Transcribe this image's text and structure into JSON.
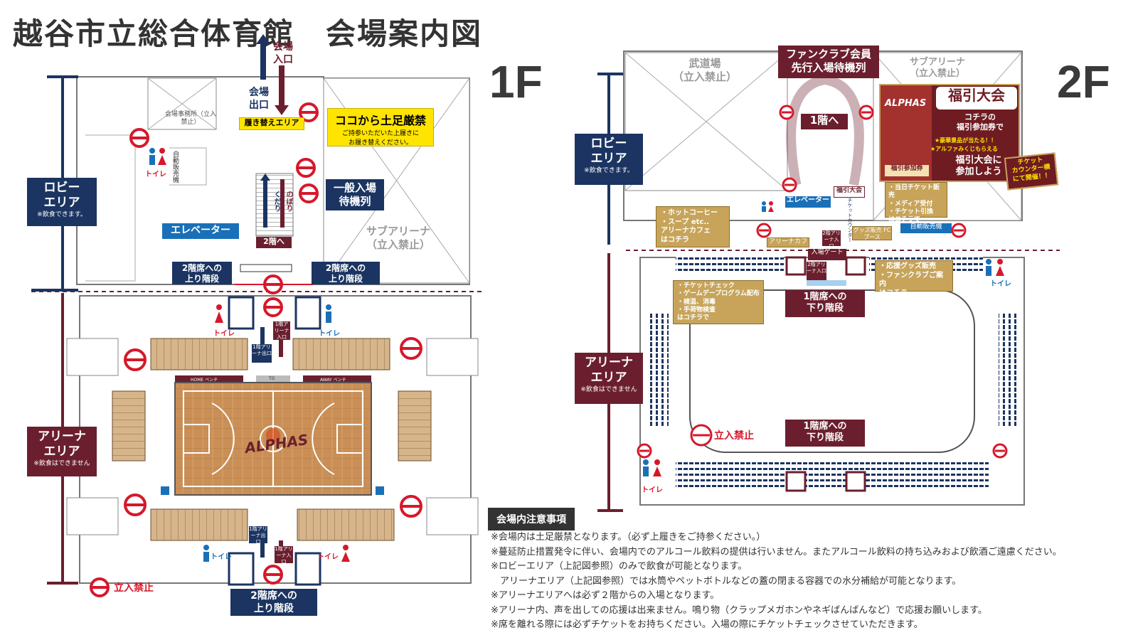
{
  "title": "越谷市立総合体育館　会場案内図",
  "floors": {
    "f1": "1F",
    "f2": "2F"
  },
  "f1": {
    "lobby": {
      "name1": "ロビー",
      "name2": "エリア",
      "note": "※飲食できます。"
    },
    "arena": {
      "name1": "アリーナ",
      "name2": "エリア",
      "note": "※飲食はできません"
    },
    "entrance": "会場入口",
    "exit": "会場出口",
    "office": "会場事務所（立入禁止）",
    "shoe_area": "履き替えエリア",
    "shoe_banner_title": "ココから土足厳禁",
    "shoe_banner_sub1": "ご持参いただいた上履きに",
    "shoe_banner_sub2": "お履き替えください。",
    "vending": "自動販売機",
    "toilet": "トイレ",
    "general_queue1": "一般入場",
    "general_queue2": "待機列",
    "up": "のぼり",
    "down": "くだり",
    "to2f": "2階へ",
    "elevator": "エレベーター",
    "sub_arena1": "サブアリーナ",
    "sub_arena2": "（立入禁止）",
    "stairs_up_1": "2階席への",
    "stairs_up_2": "上り階段",
    "arena_entry": "1階アリーナ入口",
    "arena_exit": "1階アリーナ出口",
    "home_bench": "HOME ベンチ",
    "away_bench": "AWAY ベンチ",
    "to": "TO",
    "logo": "ALPHAS",
    "no_entry": "立入禁止"
  },
  "f2": {
    "budo1": "武道場",
    "budo2": "（立入禁止）",
    "fc_queue1": "ファンクラブ会員",
    "fc_queue2": "先行入場待機列",
    "to1f": "1階へ",
    "sub_arena1": "サブアリーナ",
    "sub_arena2": "（立入禁止）",
    "lobby": {
      "name1": "ロビー",
      "name2": "エリア",
      "note": "※飲食できます。"
    },
    "arena": {
      "name1": "アリーナ",
      "name2": "エリア",
      "note": "※飲食はできません"
    },
    "elevator": "エレベーター",
    "toilet": "トイレ",
    "cafe_box": [
      "・ホットコーヒー",
      "・スープ etc..",
      "アリーナカフェ",
      "はコチラ"
    ],
    "arena_cafe": "アリーナカフェ",
    "arena_entry2": "2階アリーナ入口",
    "entry_gate": "入場ゲート",
    "ticket_box": [
      "・当日チケット販売",
      "・メディア受付",
      "・チケット引換",
      "はコチラで"
    ],
    "goods_box": [
      "・応援グッズ販売",
      "・ファンクラブご案内",
      "はコチラ"
    ],
    "check_box": [
      "・チケットチェック",
      "・ゲームデープログラム配布",
      "・検温、消毒",
      "・手荷物検査",
      "はコチラで"
    ],
    "goods_fc": "グッズ販売 FC ブース",
    "vending": "自動販売機",
    "ticket_counter": "チケットカウンター",
    "lottery_booth": "福引大会",
    "stairs_down_1": "1階席への",
    "stairs_down_2": "下り階段",
    "no_entry": "立入禁止",
    "event": {
      "title": "福引大会",
      "logo": "ALPHAS",
      "tag1": "コチラの",
      "tag2": "福引参加券で",
      "star1": "★豪華景品が当たる！！",
      "star2": "★アルファみくじもらえる",
      "cta1": "福引大会に",
      "cta2": "参加しよう",
      "ticket_label": "福引参加券",
      "badge1": "チケット",
      "badge2": "カウンター横",
      "badge3": "にて開催！！"
    }
  },
  "notes": {
    "heading": "会場内注意事項",
    "lines": [
      "※会場内は土足厳禁となります。（必ず上履きをご持参ください。）",
      "※蔓延防止措置発令に伴い、会場内でのアルコール飲料の提供は行いません。またアルコール飲料の持ち込みおよび飲酒ご遠慮ください。",
      "※ロビーエリア（上記図参照）のみで飲食が可能となります。",
      "　アリーナエリア（上記図参照）では水筒やペットボトルなどの蓋の閉まる容器での水分補給が可能となります。",
      "※アリーナエリアへは必ず２階からの入場となります。",
      "※アリーナ内、声を出しての応援は出来ません。鳴り物（クラップメガホンやネギばんばんなど）で応援お願いします。",
      "※席を離れる際には必ずチケットをお持ちください。入場の際にチケットチェックさせていただきます。"
    ]
  },
  "colors": {
    "navy": "#1b3461",
    "maroon": "#6b1f2e",
    "gold": "#c7a45a",
    "red": "#d6182b",
    "yellow": "#ffe400",
    "blue": "#1a70b8"
  }
}
